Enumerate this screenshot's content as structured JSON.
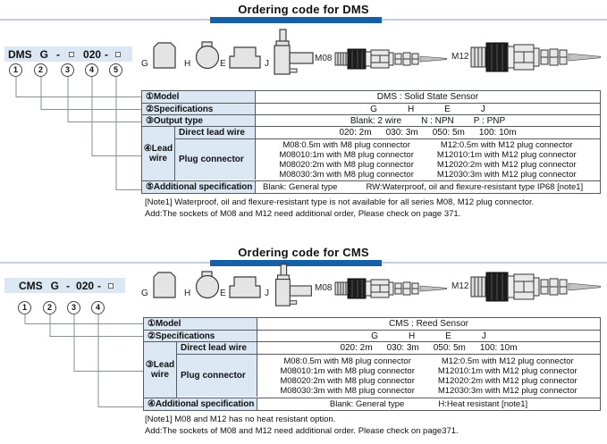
{
  "colors": {
    "accent_blue": "#1660a8",
    "light_blue": "#dbe7f3",
    "table_border": "#565b63"
  },
  "icon_labels": {
    "g": "G",
    "h": "H",
    "e": "E",
    "j": "J",
    "m08": "M08",
    "m12": "M12"
  },
  "dms": {
    "title": "Ordering code for DMS",
    "code": {
      "model": "DMS",
      "spec": "G",
      "sep1": "-",
      "num": "020",
      "sep2": "-"
    },
    "circles": [
      "1",
      "2",
      "3",
      "4",
      "5"
    ],
    "table": {
      "model": {
        "label": "①Model",
        "value": "DMS : Solid State Sensor"
      },
      "specifications": {
        "label": "②Specifications",
        "values": [
          "G",
          "H",
          "E",
          "J"
        ]
      },
      "output": {
        "label": "③Output type",
        "values": [
          "Blank: 2 wire",
          "N : NPN",
          "P : PNP"
        ]
      },
      "lead": {
        "group_label1": "④Lead",
        "group_label2": "wire",
        "direct_label": "Direct lead wire",
        "direct_values": [
          "020: 2m",
          "030: 3m",
          "050: 5m",
          "100: 10m"
        ],
        "plug_label": "Plug connector",
        "plug_m08": [
          "M08:0.5m with M8 plug connector",
          "M08010:1m with M8 plug connector",
          "M08020:2m with M8 plug connector",
          "M08030:3m with M8 plug connector"
        ],
        "plug_m12": [
          "M12:0.5m with M12 plug connector",
          "M12010:1m with M12 plug connector",
          "M12020:2m with M12 plug connector",
          "M12030:3m with M12 plug connector"
        ]
      },
      "additional": {
        "label": "⑤Additional specification",
        "value1": "Blank: General type",
        "value2": "RW:Waterproof, oil and flexure-resistant type IP68 [note1]"
      }
    },
    "notes": [
      "[Note1] Waterproof, oil and flexure-resistant type is not available for all series M08, M12 plug connector.",
      "Add:The sockets of M08 and M12 need additional order, Please check on page 371."
    ]
  },
  "cms": {
    "title": "Ordering code for CMS",
    "code": {
      "model": "CMS",
      "spec": "G",
      "sep1": "-",
      "num": "020",
      "sep2": "-"
    },
    "circles": [
      "1",
      "2",
      "3",
      "4"
    ],
    "table": {
      "model": {
        "label": "①Model",
        "value": "CMS : Reed Sensor"
      },
      "specifications": {
        "label": "②Specifications",
        "values": [
          "G",
          "H",
          "E",
          "J"
        ]
      },
      "lead": {
        "group_label1": "③Lead",
        "group_label2": "wire",
        "direct_label": "Direct lead wire",
        "direct_values": [
          "020: 2m",
          "030: 3m",
          "050: 5m",
          "100: 10m"
        ],
        "plug_label": "Plug connector",
        "plug_m08": [
          "M08:0.5m with M8 plug connector",
          "M08010:1m with M8 plug connector",
          "M08020:2m with M8 plug connector",
          "M08030:3m with M8 plug connector"
        ],
        "plug_m12": [
          "M12:0.5m with M12 plug connector",
          "M12010:1m with M12 plug connector",
          "M12020:2m with M12 plug connector",
          "M12030:3m with M12 plug connector"
        ]
      },
      "additional": {
        "label": "④Additional specification",
        "value1": "Blank: General type",
        "value2": "H:Heat resistant  [note1]"
      }
    },
    "notes": [
      "[Note1] M08 and M12 has no heat resistant option.",
      "Add:The sockets of M08 and M12 need additional order. Please check on page371."
    ]
  }
}
